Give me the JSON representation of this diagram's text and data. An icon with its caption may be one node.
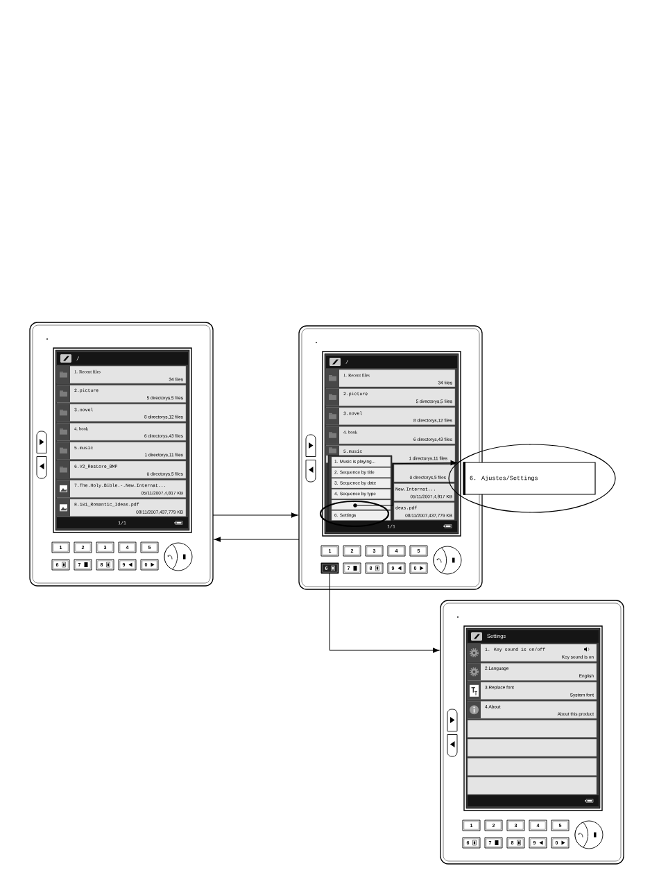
{
  "diagram": {
    "nodes": [
      {
        "text": [],
        "shape": "box"
      },
      {
        "text": [],
        "shape": "box",
        "in": 0
      },
      {
        "text": [
          "/"
        ],
        "in": 1
      },
      {
        "text": [
          "1. Recent files",
          "34 files"
        ],
        "in": 1
      },
      {
        "text": [
          "2.picture",
          "5 directorys,5 files"
        ],
        "in": 1
      },
      {
        "text": [
          "3.novel",
          "8 directorys,12 files"
        ],
        "in": 1
      },
      {
        "text": [
          "4. book",
          "6 directorys,43 files"
        ],
        "in": 1
      },
      {
        "text": [
          "5.music",
          "1 directorys,11 files"
        ],
        "in": 1
      },
      {
        "text": [
          "6.V2_Restore_BMP",
          "0 directorys,5 files"
        ],
        "in": 1
      },
      {
        "text": [
          "7.The.Holy.Bible.-.New.Internat...",
          "05/11/2007,4,817 KB"
        ],
        "in": 1
      },
      {
        "text": [
          "8.101_Romantic_Ideas.pdf",
          "08/11/2007,437,779 KB"
        ],
        "in": 1
      },
      {
        "text": [
          "1/1"
        ],
        "in": 1
      },
      {
        "text": [
          "1"
        ],
        "in": 0
      },
      {
        "text": [
          "2"
        ],
        "in": 0
      },
      {
        "text": [
          "3"
        ],
        "in": 0
      },
      {
        "text": [
          "4"
        ],
        "in": 0
      },
      {
        "text": [
          "5"
        ],
        "in": 0
      },
      {
        "text": [
          "6"
        ],
        "in": 0
      },
      {
        "text": [
          "7"
        ],
        "in": 0
      },
      {
        "text": [
          "8"
        ],
        "in": 0
      },
      {
        "text": [
          "9"
        ],
        "in": 0
      },
      {
        "text": [
          "0"
        ],
        "in": 0
      },
      {
        "text": [],
        "shape": "box"
      },
      {
        "text": [],
        "shape": "box",
        "in": 22
      },
      {
        "text": [
          "/"
        ],
        "in": 23
      },
      {
        "text": [
          "1. Recent files",
          "34 files"
        ],
        "in": 23
      },
      {
        "text": [
          "2.picture",
          "5 directorys,5 files"
        ],
        "in": 23
      },
      {
        "text": [
          "3.novel",
          "8 directorys,12 files"
        ],
        "in": 23
      },
      {
        "text": [
          "4. book",
          "6 directorys,43 files"
        ],
        "in": 23
      },
      {
        "text": [
          "5.music",
          "1 directorys,11 files"
        ],
        "in": 23
      },
      {
        "text": [
          "0 directorys,5 files"
        ],
        "in": 23
      },
      {
        "text": [
          "New.Internat...",
          "05/11/2007,4,817 KB"
        ],
        "in": 23
      },
      {
        "text": [
          "deas.pdf",
          "08/11/2007,437,779 KB"
        ],
        "in": 23
      },
      {
        "text": [
          "1/1"
        ],
        "in": 23
      },
      {
        "text": [],
        "shape": "box",
        "in": 23
      },
      {
        "text": [
          "1. Music is playing..."
        ],
        "in": 34
      },
      {
        "text": [
          "2. Sequence by title"
        ],
        "in": 34
      },
      {
        "text": [
          "3. Sequence by date"
        ],
        "in": 34
      },
      {
        "text": [
          "4. Sequence by type"
        ],
        "in": 34
      },
      {
        "text": [],
        "shape": "box",
        "in": 34
      },
      {
        "text": [
          "6. Settings"
        ],
        "in": 34
      },
      {
        "text": [],
        "shape": "circle",
        "in": 39
      },
      {
        "text": [
          "1"
        ],
        "in": 22
      },
      {
        "text": [
          "2"
        ],
        "in": 22
      },
      {
        "text": [
          "3"
        ],
        "in": 22
      },
      {
        "text": [
          "4"
        ],
        "in": 22
      },
      {
        "text": [
          "5"
        ],
        "in": 22
      },
      {
        "text": [
          "6"
        ],
        "in": 22
      },
      {
        "text": [
          "7"
        ],
        "in": 22
      },
      {
        "text": [
          "8"
        ],
        "in": 22
      },
      {
        "text": [
          "9"
        ],
        "in": 22
      },
      {
        "text": [
          "0"
        ],
        "in": 22
      },
      {
        "text": [],
        "shape": "ellipse"
      },
      {
        "text": [
          "6. Ajustes/Settings"
        ],
        "in": 52
      },
      {
        "text": [],
        "shape": "box"
      },
      {
        "text": [],
        "shape": "box",
        "in": 54
      },
      {
        "text": [
          "Settings"
        ],
        "in": 55
      },
      {
        "text": [
          "1. Key sound is on/off",
          "Key sound is on"
        ],
        "in": 55
      },
      {
        "text": [
          "2.Language",
          "English"
        ],
        "in": 55
      },
      {
        "text": [
          "3.Replace font",
          "System font"
        ],
        "in": 55
      },
      {
        "text": [
          "4.About",
          "About this product"
        ],
        "in": 55
      },
      {
        "text": [],
        "shape": "box",
        "in": 55
      },
      {
        "text": [],
        "shape": "box",
        "in": 55
      },
      {
        "text": [],
        "shape": "box",
        "in": 55
      },
      {
        "text": [],
        "shape": "box",
        "in": 55
      },
      {
        "text": [],
        "shape": "bar",
        "in": 55
      },
      {
        "text": [
          "1"
        ],
        "in": 54
      },
      {
        "text": [
          "2"
        ],
        "in": 54
      },
      {
        "text": [
          "3"
        ],
        "in": 54
      },
      {
        "text": [
          "4"
        ],
        "in": 54
      },
      {
        "text": [
          "5"
        ],
        "in": 54
      },
      {
        "text": [
          "6"
        ],
        "in": 54
      },
      {
        "text": [
          "7"
        ],
        "in": 54
      },
      {
        "text": [
          "8"
        ],
        "in": 54
      },
      {
        "text": [
          "9"
        ],
        "in": 54
      },
      {
        "text": [
          "0"
        ],
        "in": 54
      }
    ],
    "edges": [
      {
        "from": 0,
        "to": 22,
        "arrow": "to"
      },
      {
        "from": 22,
        "to": 0,
        "arrow": "to"
      },
      {
        "from": 41,
        "to": 52,
        "arrow": "to"
      },
      {
        "from": 47,
        "to": 54,
        "arrow": "to"
      }
    ]
  }
}
